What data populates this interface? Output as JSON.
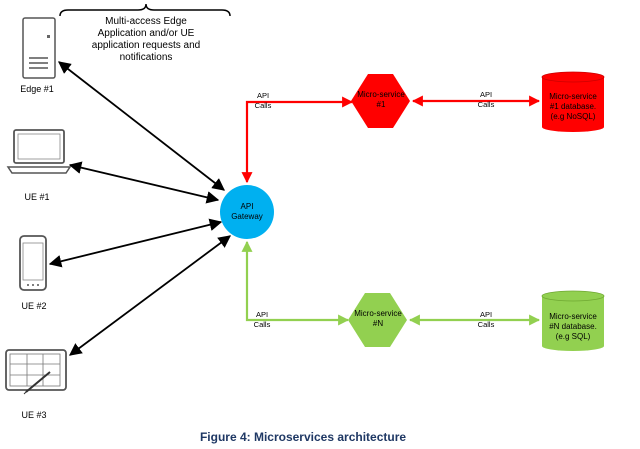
{
  "brace_note": {
    "line1": "Multi-access Edge",
    "line2": "Application and/or UE",
    "line3": "application requests and",
    "line4": "notifications"
  },
  "devices": {
    "edge1": "Edge #1",
    "ue1": "UE #1",
    "ue2": "UE #2",
    "ue3": "UE #3"
  },
  "gateway": {
    "line1": "API",
    "line2": "Gateway"
  },
  "api_calls": {
    "line1": "API",
    "line2": "Calls"
  },
  "microservice_1": {
    "line1": "Micro-service",
    "line2": "#1",
    "db_line1": "Micro-service",
    "db_line2": "#1 database.",
    "db_line3": "(e.g NoSQL)"
  },
  "microservice_n": {
    "line1": "Micro-service",
    "line2": "#N",
    "db_line1": "Micro-service",
    "db_line2": "#N database.",
    "db_line3": "(e.g SQL)"
  },
  "caption": "Figure 4: Microservices architecture",
  "colors": {
    "red": "#ff0000",
    "green": "#92d050",
    "blue": "#00b0f0",
    "black": "#000000",
    "caption": "#1f3864"
  }
}
